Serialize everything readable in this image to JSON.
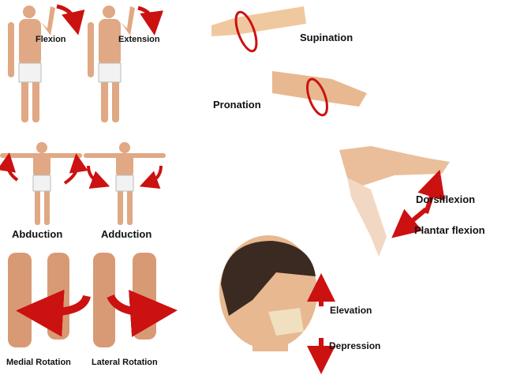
{
  "labels": {
    "flexion": "Flexion",
    "extension": "Extension",
    "supination": "Supination",
    "pronation": "Pronation",
    "abduction": "Abduction",
    "adduction": "Adduction",
    "dorsiflexion": "Dorsiflexion",
    "plantar_flexion": "Plantar flexion",
    "medial_rotation": "Medial Rotation",
    "lateral_rotation": "Lateral Rotation",
    "elevation": "Elevation",
    "depression": "Depression"
  },
  "colors": {
    "skin": "#e0a884",
    "arrow": "#cc1111",
    "shorts": "#f2f2f2",
    "hair": "#3a2a22"
  }
}
